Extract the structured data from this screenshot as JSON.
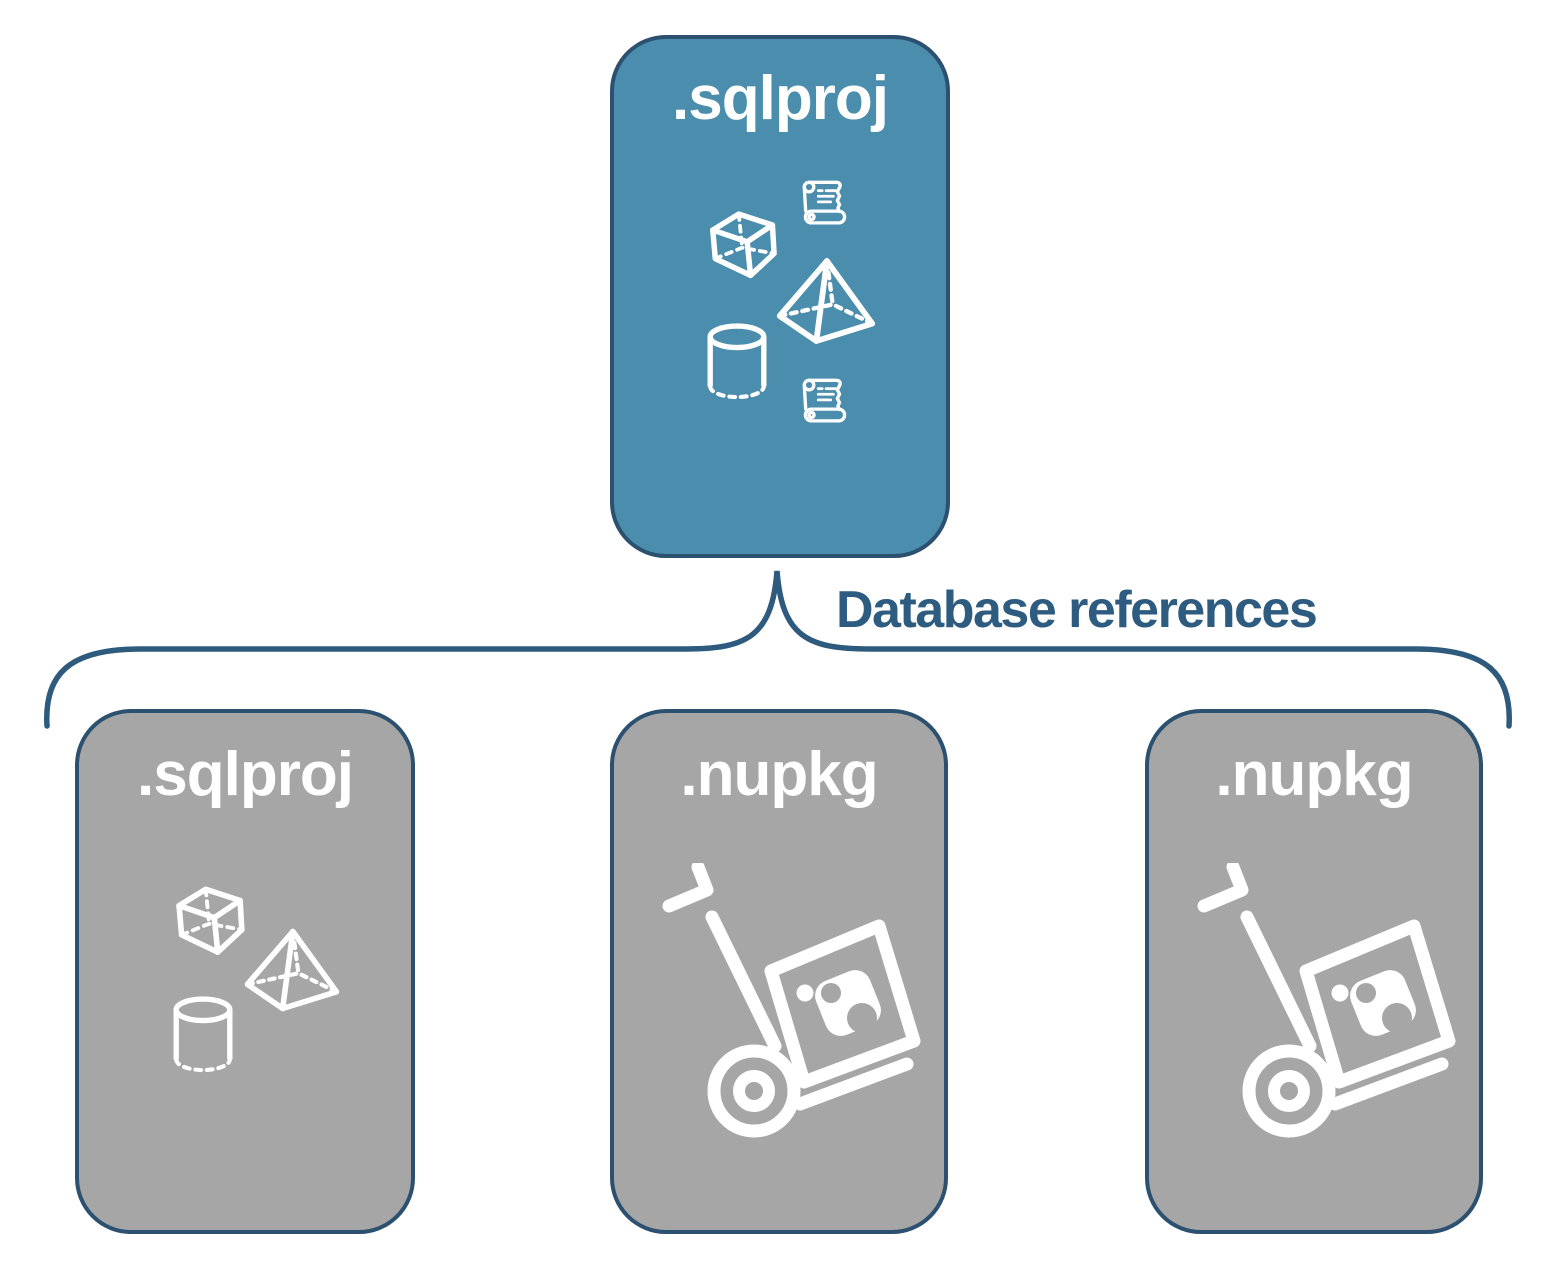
{
  "diagram": {
    "connector_label": "Database references",
    "colors": {
      "main_node_fill": "#4A8DAC",
      "reference_node_fill": "#A6A6A6",
      "node_border": "#2C5170",
      "connector": "#2D5A7D",
      "label_text": "#2D5C80",
      "icon_and_title_text": "#FFFFFF"
    },
    "main_node": {
      "label": ".sqlproj",
      "type": "sql-project",
      "icons": [
        "cube-icon",
        "scroll-icon",
        "pyramid-icon",
        "cylinder-icon",
        "scroll-icon"
      ]
    },
    "references": [
      {
        "label": ".sqlproj",
        "type": "sql-project",
        "icons": [
          "cube-icon",
          "pyramid-icon",
          "cylinder-icon"
        ]
      },
      {
        "label": ".nupkg",
        "type": "nuget-package",
        "icons": [
          "nuget-dolly-icon"
        ]
      },
      {
        "label": ".nupkg",
        "type": "nuget-package",
        "icons": [
          "nuget-dolly-icon"
        ]
      }
    ]
  }
}
